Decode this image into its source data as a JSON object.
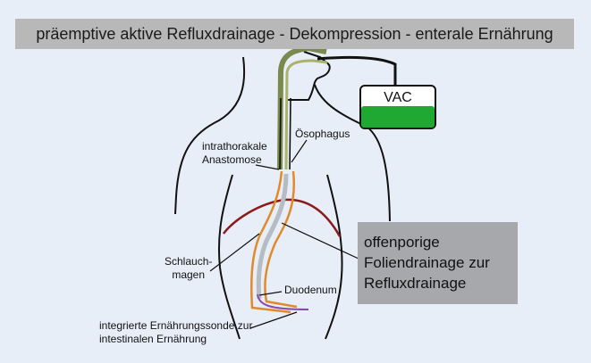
{
  "title": "präemptive aktive Refluxdrainage - Dekompression - enterale Ernährung",
  "vac": {
    "label": "VAC",
    "fluid_color": "#1fa832"
  },
  "callout": {
    "line1": "offenporige",
    "line2": "Foliendrainage zur",
    "line3": "Refluxdrainage"
  },
  "labels": {
    "oesophagus": "Ösophagus",
    "anastomosis_line1": "intrathorakale",
    "anastomosis_line2": "Anastomose",
    "tube_stomach_line1": "Schlauch-",
    "tube_stomach_line2": "magen",
    "duodenum": "Duodenum",
    "feeding_line1": "integrierte Ernährungssonde zur",
    "feeding_line2": "intestinalen Ernährung"
  },
  "colors": {
    "background": "#e8eef7",
    "title_bar": "#b8b8b8",
    "callout_box": "#a6a8ab",
    "drain_tube": "#7a8a4c",
    "stomach_outline": "#e08a2c",
    "diaphragm": "#8b1a1a",
    "feeding_tube": "#8b4aa8"
  }
}
